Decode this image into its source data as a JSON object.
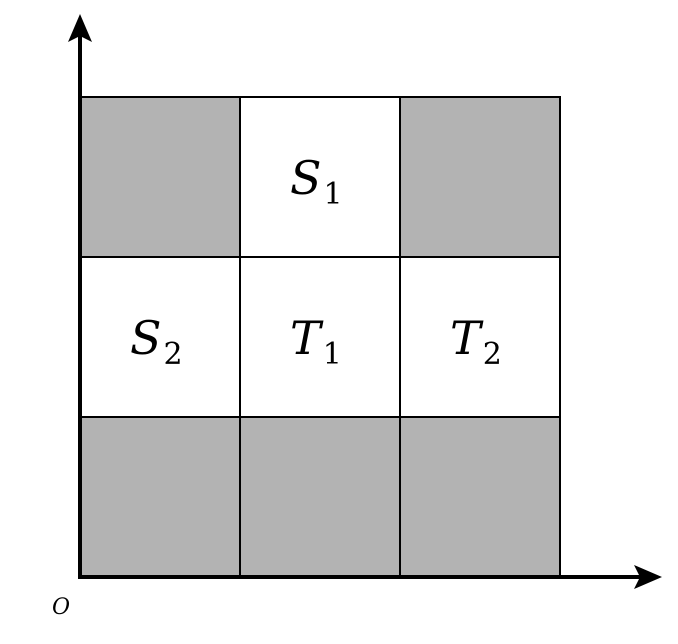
{
  "grid": {
    "rows": 3,
    "cols": 3,
    "cells": [
      {
        "row": 0,
        "col": 0,
        "shaded": true,
        "label": "",
        "sub": ""
      },
      {
        "row": 0,
        "col": 1,
        "shaded": false,
        "label": "S",
        "sub": "1"
      },
      {
        "row": 0,
        "col": 2,
        "shaded": true,
        "label": "",
        "sub": ""
      },
      {
        "row": 1,
        "col": 0,
        "shaded": false,
        "label": "S",
        "sub": "2"
      },
      {
        "row": 1,
        "col": 1,
        "shaded": false,
        "label": "T",
        "sub": "1"
      },
      {
        "row": 1,
        "col": 2,
        "shaded": false,
        "label": "T",
        "sub": "2"
      },
      {
        "row": 2,
        "col": 0,
        "shaded": true,
        "label": "",
        "sub": ""
      },
      {
        "row": 2,
        "col": 1,
        "shaded": true,
        "label": "",
        "sub": ""
      },
      {
        "row": 2,
        "col": 2,
        "shaded": true,
        "label": "",
        "sub": ""
      }
    ]
  },
  "colors": {
    "shaded": "#b3b3b3",
    "clear": "#ffffff",
    "line": "#000000"
  },
  "axes": {
    "origin_label": "O"
  }
}
